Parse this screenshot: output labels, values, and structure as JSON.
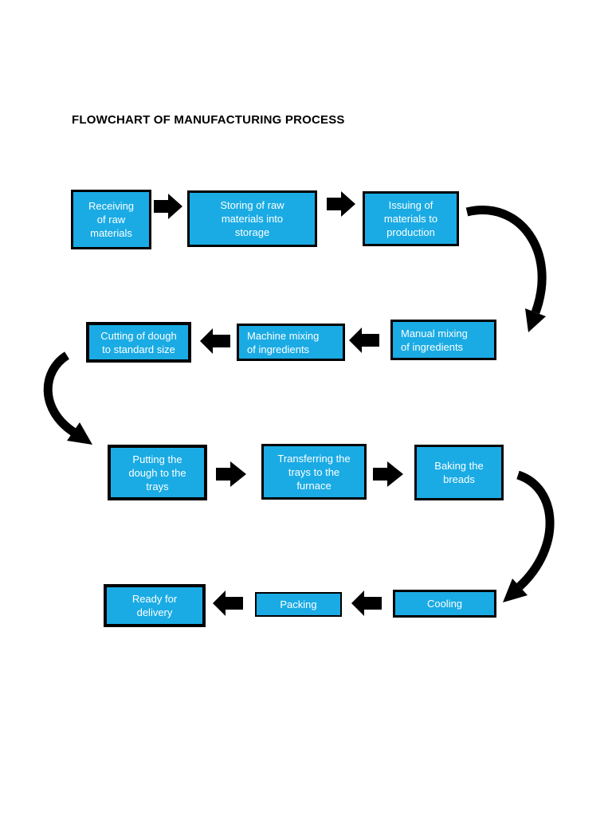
{
  "title": "FLOWCHART OF MANUFACTURING PROCESS",
  "colors": {
    "box_fill": "#1aabe4",
    "box_border": "#000000",
    "box_text": "#ffffff",
    "arrow": "#000000",
    "background": "#ffffff"
  },
  "nodes": {
    "receiving": {
      "label": "Receiving\nof raw\nmaterials"
    },
    "storing": {
      "label": "Storing of raw\nmaterials into\nstorage"
    },
    "issuing": {
      "label": "Issuing of\nmaterials to\nproduction"
    },
    "manual": {
      "label": "Manual mixing\nof ingredients"
    },
    "machine": {
      "label": "Machine mixing\nof ingredients"
    },
    "cutting": {
      "label": "Cutting of dough\nto standard size"
    },
    "putting": {
      "label": "Putting the\ndough to the\ntrays"
    },
    "transferring": {
      "label": "Transferring the\ntrays to the\nfurnace"
    },
    "baking": {
      "label": "Baking the\nbreads"
    },
    "cooling": {
      "label": "Cooling"
    },
    "packing": {
      "label": "Packing"
    },
    "ready": {
      "label": "Ready for\ndelivery"
    }
  },
  "edges": [
    {
      "from": "receiving",
      "to": "storing",
      "style": "block-arrow-right"
    },
    {
      "from": "storing",
      "to": "issuing",
      "style": "block-arrow-right"
    },
    {
      "from": "issuing",
      "to": "manual",
      "style": "curved-arrow-down"
    },
    {
      "from": "manual",
      "to": "machine",
      "style": "block-arrow-left"
    },
    {
      "from": "machine",
      "to": "cutting",
      "style": "block-arrow-left"
    },
    {
      "from": "cutting",
      "to": "putting",
      "style": "curved-arrow-down"
    },
    {
      "from": "putting",
      "to": "transferring",
      "style": "block-arrow-right"
    },
    {
      "from": "transferring",
      "to": "baking",
      "style": "block-arrow-right"
    },
    {
      "from": "baking",
      "to": "cooling",
      "style": "curved-arrow-down"
    },
    {
      "from": "cooling",
      "to": "packing",
      "style": "block-arrow-left"
    },
    {
      "from": "packing",
      "to": "ready",
      "style": "block-arrow-left"
    }
  ]
}
